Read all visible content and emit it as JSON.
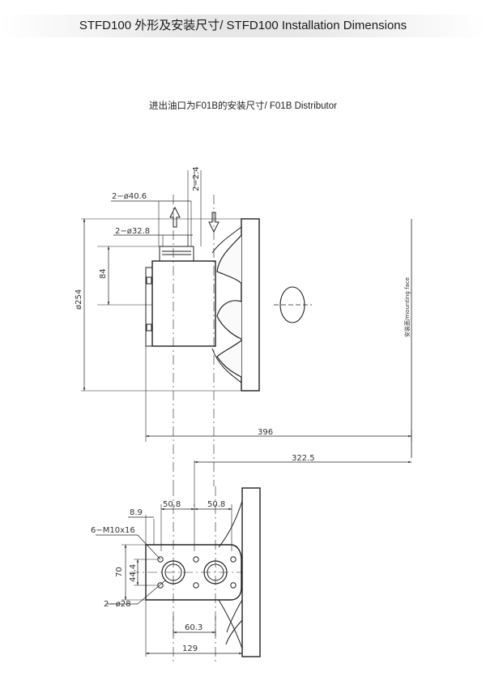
{
  "header": {
    "title": "STFD100 外形及安装尺寸/ STFD100 Installation Dimensions"
  },
  "section": {
    "title": "进出油口为F01B的安装尺寸/ F01B Distributor"
  },
  "dimensions": {
    "port_outer_dia": "2−ø40.6",
    "port_inner_dia": "2−ø32.8",
    "port_depth": "2−2.4",
    "port_height": "84",
    "flange_dia": "ø254",
    "mounting_face": "安装面/mounting face",
    "overall_length": "396",
    "flange_to_port": "322.5",
    "port_spacing_left": "50.8",
    "port_spacing_right": "50.8",
    "edge_offset": "8.9",
    "thread_holes": "6−M10x16",
    "bolt_span_v": "70",
    "bolt_span_v_inner": "44.4",
    "port_dia_lower": "2−ø28",
    "port_center_dist": "60.3",
    "block_width": "129"
  }
}
